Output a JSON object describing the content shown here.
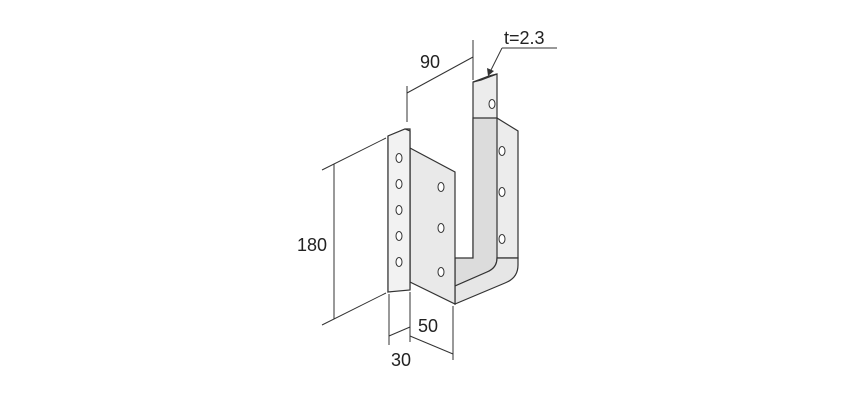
{
  "figure": {
    "title": "",
    "dimensions": {
      "width_top": "90",
      "thickness": "t=2.3",
      "height": "180",
      "seat_depth": "50",
      "flange": "30"
    },
    "colors": {
      "plate_face": "#ececec",
      "plate_shade": "#d8d8d8",
      "plate_edge": "#c8c8c8",
      "outline": "#333333"
    }
  }
}
